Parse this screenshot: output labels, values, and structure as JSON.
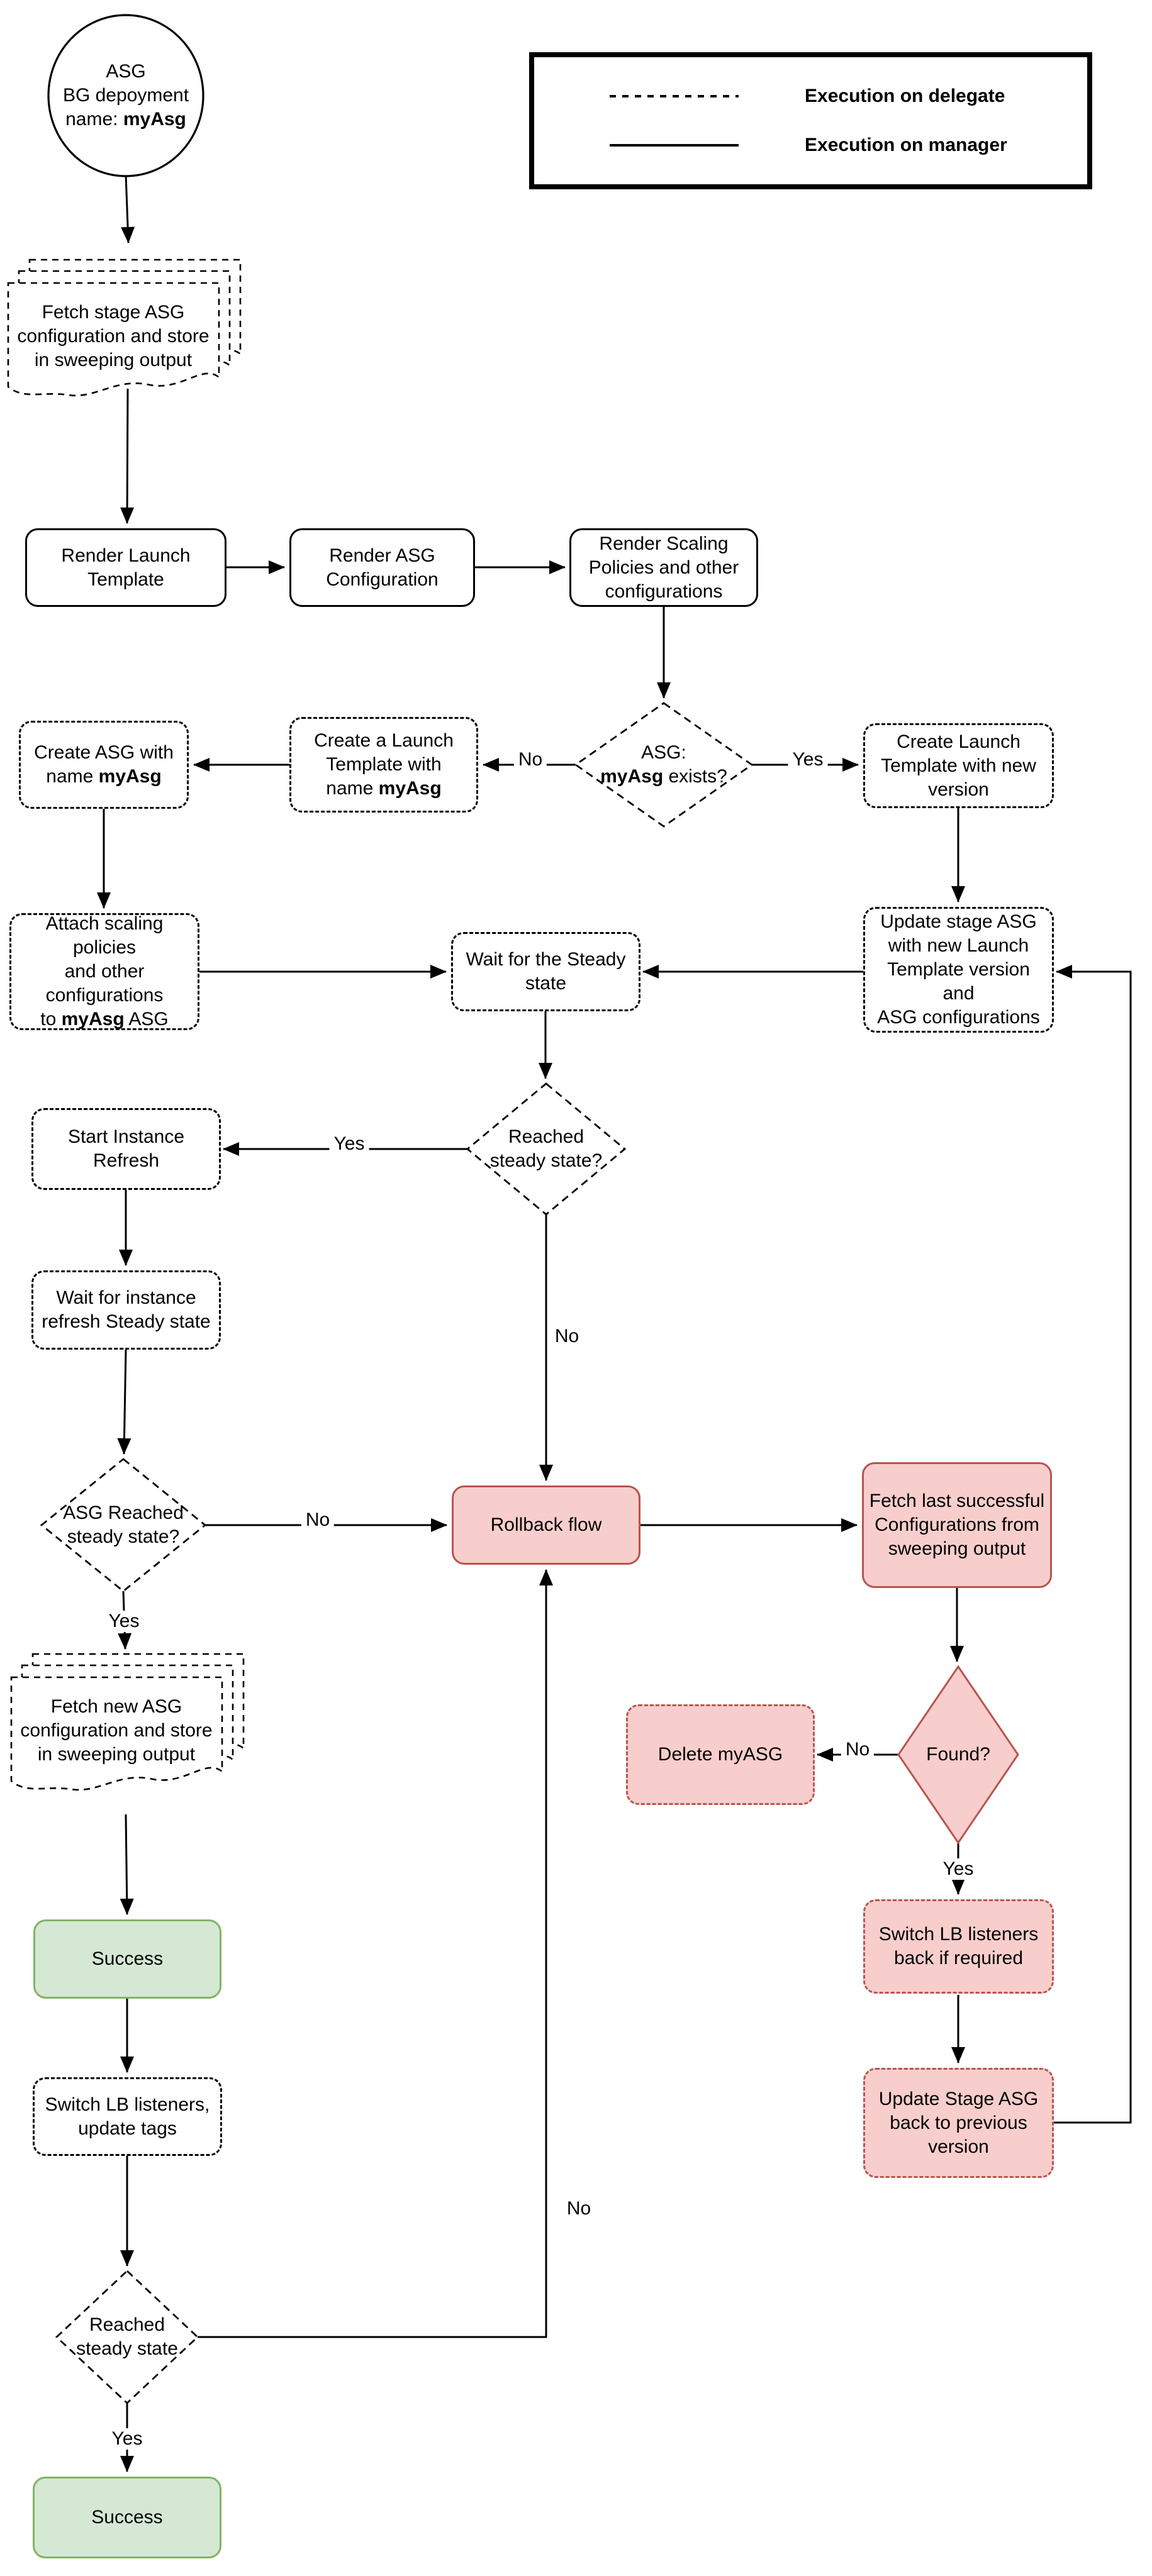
{
  "colors": {
    "line": "#000000",
    "pink_fill": "#f8cecc",
    "pink_border": "#b85450",
    "green_fill": "#d5e8d4",
    "green_border": "#82b366",
    "background": "#ffffff"
  },
  "legend": {
    "items": [
      {
        "label": "Execution on delegate",
        "line_style": "dashed"
      },
      {
        "label": "Execution on manager",
        "line_style": "solid"
      }
    ]
  },
  "nodes": {
    "start": {
      "shape": "ellipse",
      "lines": [
        [
          {
            "t": "ASG"
          }
        ],
        [
          {
            "t": "BG depoyment"
          }
        ],
        [
          {
            "t": "name: "
          },
          {
            "t": "myAsg",
            "b": true
          }
        ]
      ]
    },
    "fetch_stage_doc": {
      "shape": "document",
      "lines": [
        [
          {
            "t": "Fetch stage ASG"
          }
        ],
        [
          {
            "t": "configuration and store"
          }
        ],
        [
          {
            "t": "in sweeping output"
          }
        ]
      ]
    },
    "render_launch": {
      "shape": "process",
      "lines": [
        [
          {
            "t": "Render Launch"
          }
        ],
        [
          {
            "t": "Template"
          }
        ]
      ]
    },
    "render_asg": {
      "shape": "process",
      "lines": [
        [
          {
            "t": "Render ASG"
          }
        ],
        [
          {
            "t": "Configuration"
          }
        ]
      ]
    },
    "render_scaling": {
      "shape": "process",
      "lines": [
        [
          {
            "t": "Render Scaling"
          }
        ],
        [
          {
            "t": "Policies and other"
          }
        ],
        [
          {
            "t": "configurations"
          }
        ]
      ]
    },
    "asg_exists": {
      "shape": "decision",
      "lines": [
        [
          {
            "t": "ASG:"
          }
        ],
        [
          {
            "t": "myAsg",
            "b": true
          },
          {
            "t": " exists?"
          }
        ]
      ]
    },
    "create_launch_new": {
      "shape": "process",
      "lines": [
        [
          {
            "t": "Create Launch"
          }
        ],
        [
          {
            "t": "Template with new"
          }
        ],
        [
          {
            "t": "version"
          }
        ]
      ]
    },
    "create_launch_myasg": {
      "shape": "process",
      "lines": [
        [
          {
            "t": "Create a Launch"
          }
        ],
        [
          {
            "t": "Template with"
          }
        ],
        [
          {
            "t": "name "
          },
          {
            "t": "myAsg",
            "b": true
          }
        ]
      ]
    },
    "create_asg": {
      "shape": "process",
      "lines": [
        [
          {
            "t": "Create ASG with"
          }
        ],
        [
          {
            "t": "name "
          },
          {
            "t": "myAsg",
            "b": true
          }
        ]
      ]
    },
    "attach_scaling": {
      "shape": "process",
      "lines": [
        [
          {
            "t": "Attach scaling policies"
          }
        ],
        [
          {
            "t": "and other configurations"
          }
        ],
        [
          {
            "t": "to "
          },
          {
            "t": "myAsg",
            "b": true
          },
          {
            "t": " ASG"
          }
        ]
      ]
    },
    "wait_steady": {
      "shape": "process",
      "lines": [
        [
          {
            "t": "Wait for the Steady"
          }
        ],
        [
          {
            "t": "state"
          }
        ]
      ]
    },
    "update_stage": {
      "shape": "process",
      "lines": [
        [
          {
            "t": "Update stage ASG"
          }
        ],
        [
          {
            "t": "with new Launch"
          }
        ],
        [
          {
            "t": "Template version and"
          }
        ],
        [
          {
            "t": "ASG configurations"
          }
        ]
      ]
    },
    "reached_steady": {
      "shape": "decision",
      "lines": [
        [
          {
            "t": "Reached"
          }
        ],
        [
          {
            "t": "steady state?"
          }
        ]
      ]
    },
    "start_instance": {
      "shape": "process",
      "lines": [
        [
          {
            "t": "Start Instance"
          }
        ],
        [
          {
            "t": "Refresh"
          }
        ]
      ]
    },
    "wait_instance": {
      "shape": "process",
      "lines": [
        [
          {
            "t": "Wait for instance"
          }
        ],
        [
          {
            "t": "refresh Steady state"
          }
        ]
      ]
    },
    "asg_reached": {
      "shape": "decision",
      "lines": [
        [
          {
            "t": "ASG Reached"
          }
        ],
        [
          {
            "t": "steady state?"
          }
        ]
      ]
    },
    "rollback": {
      "shape": "process",
      "lines": [
        [
          {
            "t": "Rollback flow"
          }
        ]
      ]
    },
    "fetch_last": {
      "shape": "process",
      "lines": [
        [
          {
            "t": "Fetch last successful"
          }
        ],
        [
          {
            "t": "Configurations from"
          }
        ],
        [
          {
            "t": "sweeping output"
          }
        ]
      ]
    },
    "delete_myasg": {
      "shape": "process",
      "lines": [
        [
          {
            "t": "Delete myASG"
          }
        ]
      ]
    },
    "found": {
      "shape": "decision",
      "lines": [
        [
          {
            "t": "Found?"
          }
        ]
      ]
    },
    "fetch_new_doc": {
      "shape": "document",
      "lines": [
        [
          {
            "t": "Fetch new ASG"
          }
        ],
        [
          {
            "t": "configuration and store"
          }
        ],
        [
          {
            "t": "in sweeping output"
          }
        ]
      ]
    },
    "success_main": {
      "shape": "terminal",
      "lines": [
        [
          {
            "t": "Success"
          }
        ]
      ]
    },
    "switch_lb_tags": {
      "shape": "process",
      "lines": [
        [
          {
            "t": "Switch LB listeners,"
          }
        ],
        [
          {
            "t": "update tags"
          }
        ]
      ]
    },
    "switch_lb_back": {
      "shape": "process",
      "lines": [
        [
          {
            "t": "Switch LB listeners"
          }
        ],
        [
          {
            "t": "back if required"
          }
        ]
      ]
    },
    "update_stage_back": {
      "shape": "process",
      "lines": [
        [
          {
            "t": "Update Stage ASG"
          }
        ],
        [
          {
            "t": "back to previous"
          }
        ],
        [
          {
            "t": "version"
          }
        ]
      ]
    },
    "reached_bottom": {
      "shape": "decision",
      "lines": [
        [
          {
            "t": "Reached"
          }
        ],
        [
          {
            "t": "steady state"
          }
        ]
      ]
    },
    "success_final": {
      "shape": "terminal",
      "lines": [
        [
          {
            "t": "Success"
          }
        ]
      ]
    }
  },
  "edge_labels": {
    "exists_no": "No",
    "exists_yes": "Yes",
    "steady_yes": "Yes",
    "steady_no": "No",
    "asg_reached_no": "No",
    "asg_reached_yes": "Yes",
    "found_no": "No",
    "found_yes": "Yes",
    "bottom_yes": "Yes",
    "bottom_no": "No"
  }
}
